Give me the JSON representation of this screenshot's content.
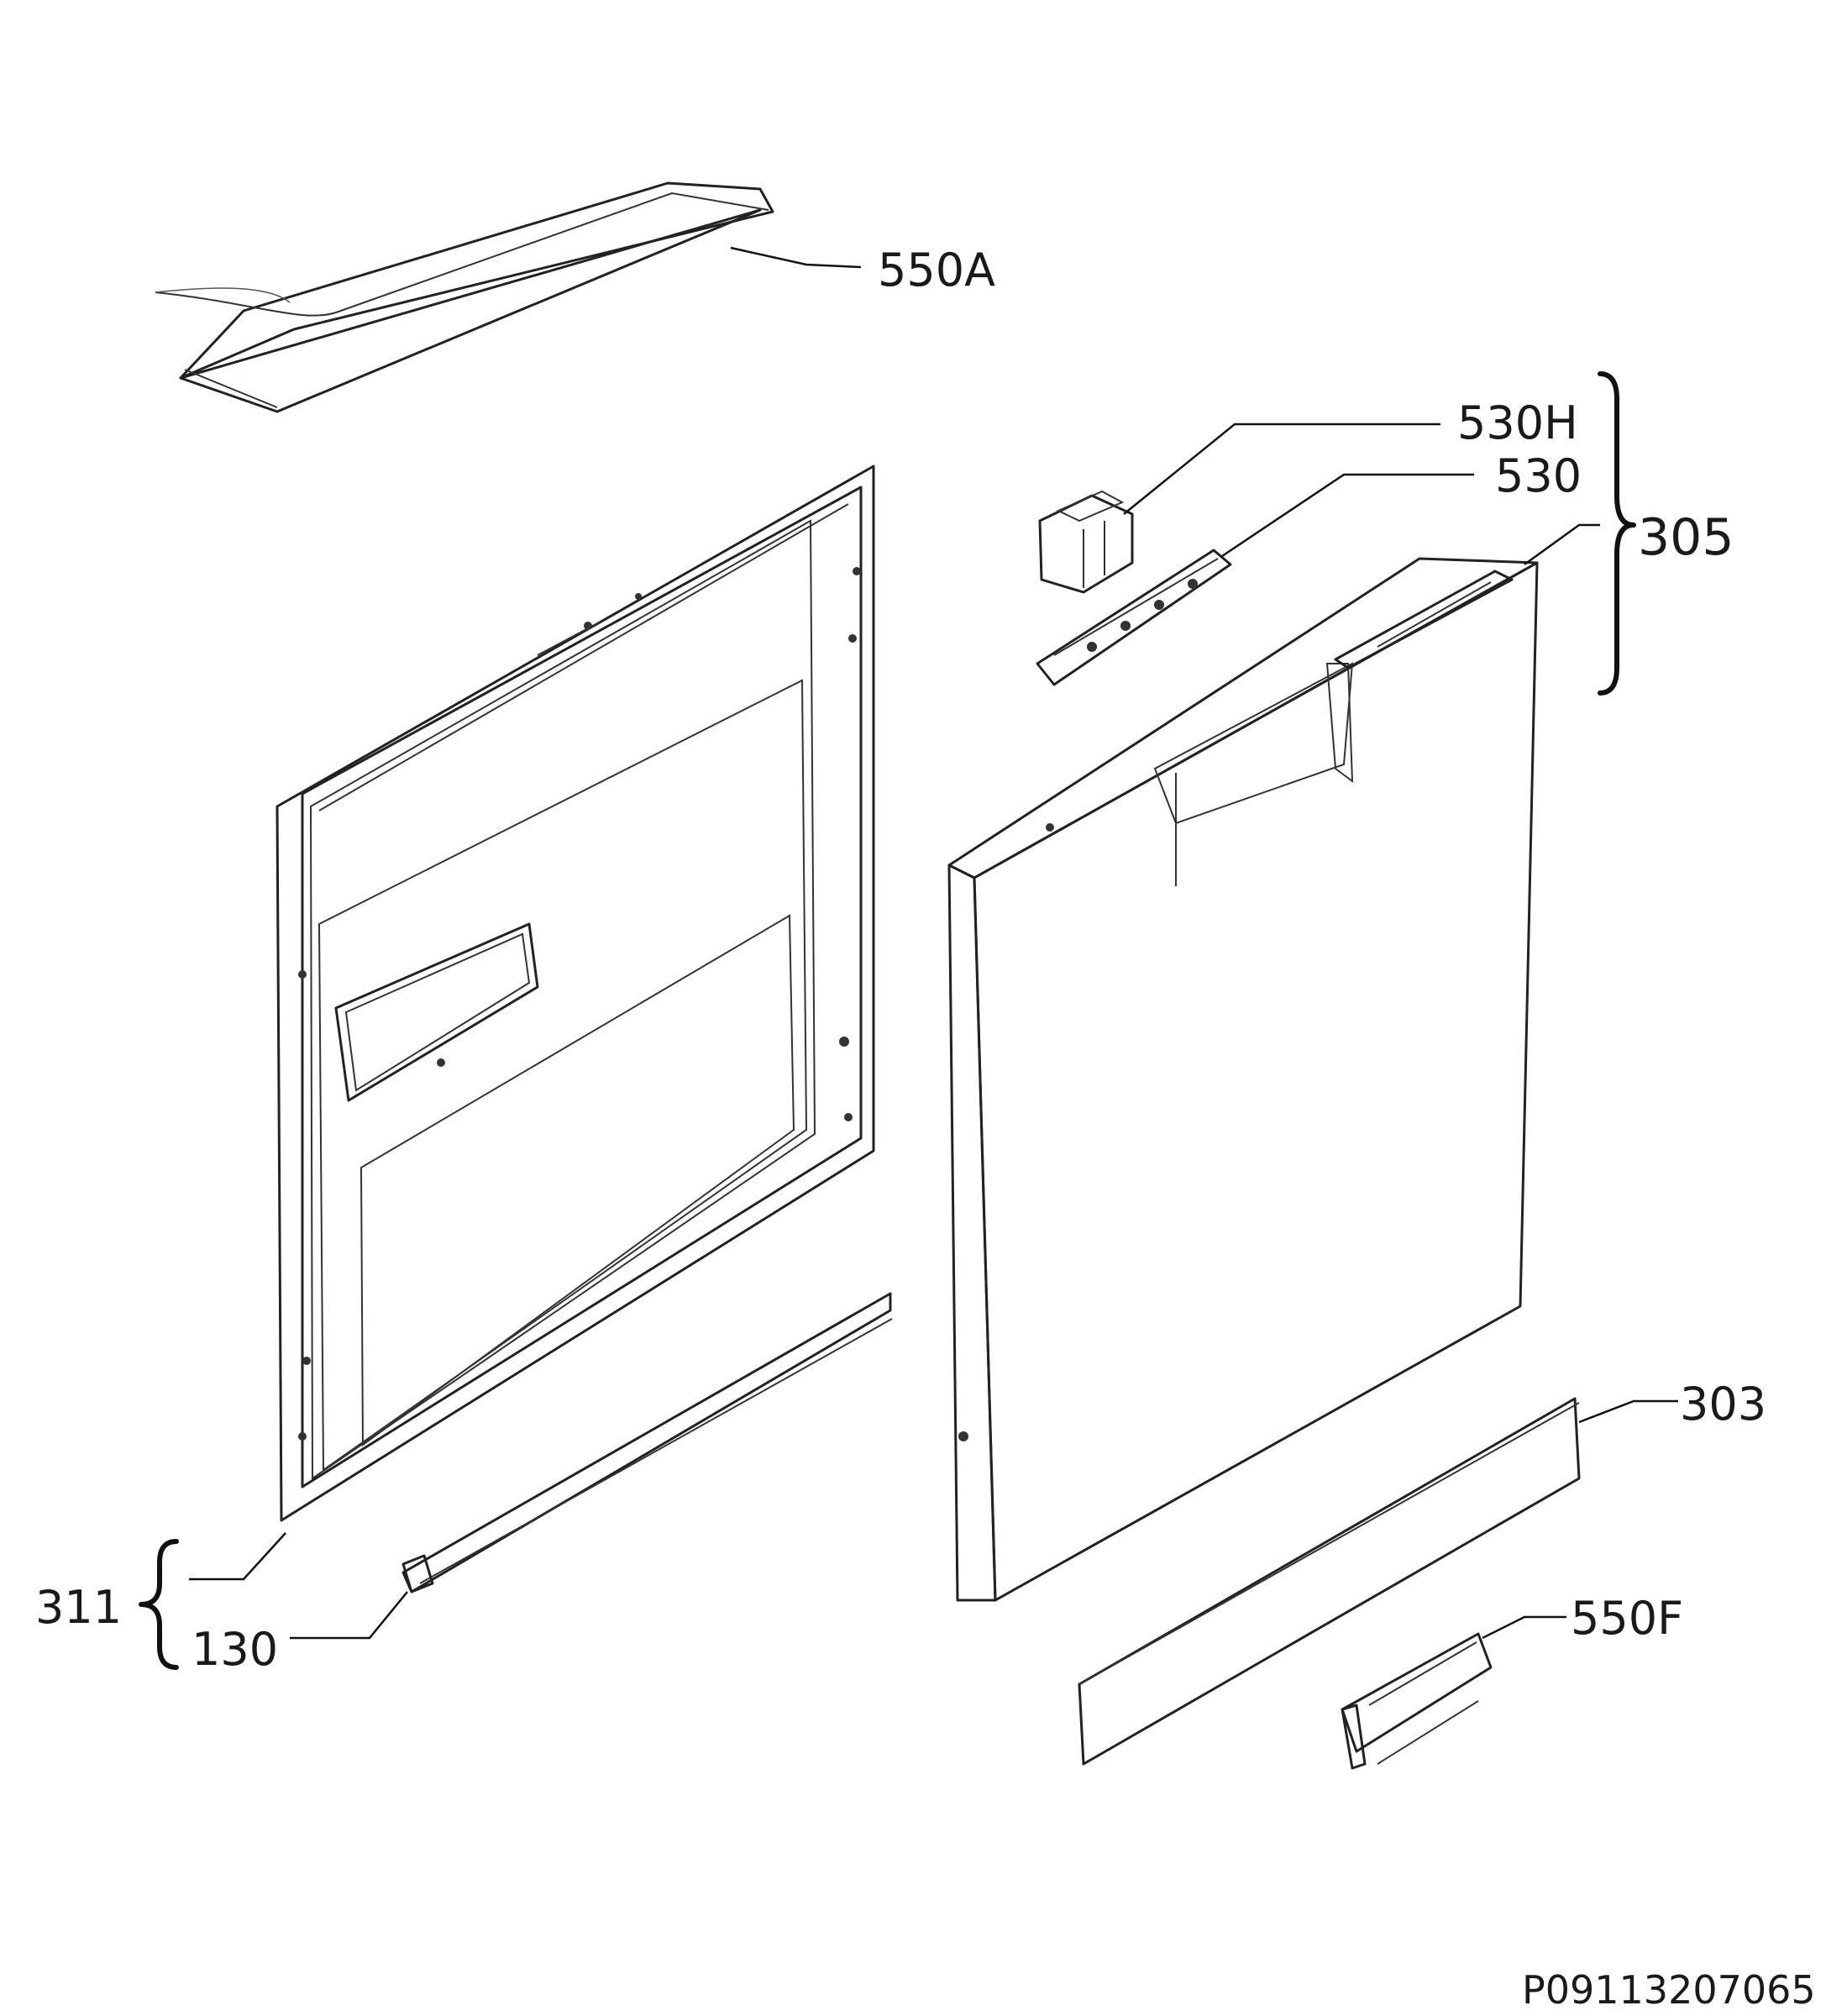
{
  "labels": {
    "p550A": "550A",
    "p530H": "530H",
    "p530": "530",
    "p305": "305",
    "p303": "303",
    "p550F": "550F",
    "p311": "311",
    "p130": "130"
  },
  "drawing_code": "P09113207065"
}
